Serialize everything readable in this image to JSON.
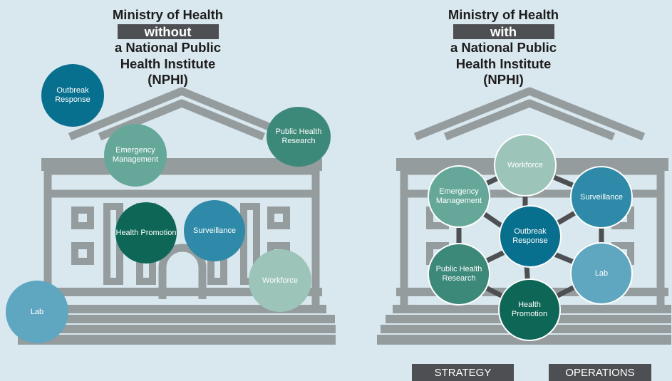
{
  "left": {
    "title_line1": "Ministry of Health",
    "title_highlight": "without",
    "title_line3": "a National Public",
    "title_line4": "Health Institute",
    "title_line5": "(NPHI)",
    "nodes": {
      "outbreak": "Outbreak Response",
      "public_health_research": "Public Health Research",
      "emergency": "Emergency Management",
      "health_promotion": "Health Promotion",
      "surveillance": "Surveillance",
      "workforce": "Workforce",
      "lab": "Lab"
    }
  },
  "right": {
    "title_line1": "Ministry of Health",
    "title_highlight": "with",
    "title_line3": "a National Public",
    "title_line4": "Health Institute",
    "title_line5": "(NPHI)",
    "nodes": {
      "workforce": "Workforce",
      "emergency": "Emergency Management",
      "surveillance": "Surveillance",
      "outbreak": "Outbreak Response",
      "public_health_research": "Public Health Research",
      "lab": "Lab",
      "health_promotion": "Health Promotion"
    },
    "tags": {
      "strategy": "STRATEGY",
      "operations": "OPERATIONS"
    }
  },
  "colors": {
    "background": "#d9e7ee",
    "building": "#959c9e",
    "title_highlight_bg": "#4d4f53",
    "connector": "#4d4f53",
    "dark_blue": "#08708f",
    "mid_blue": "#2e8aa8",
    "light_blue": "#5fa6c1",
    "dark_green": "#0d6656",
    "mid_green": "#3d8979",
    "sage": "#65a89a",
    "pale_sage": "#9cc4b9"
  }
}
